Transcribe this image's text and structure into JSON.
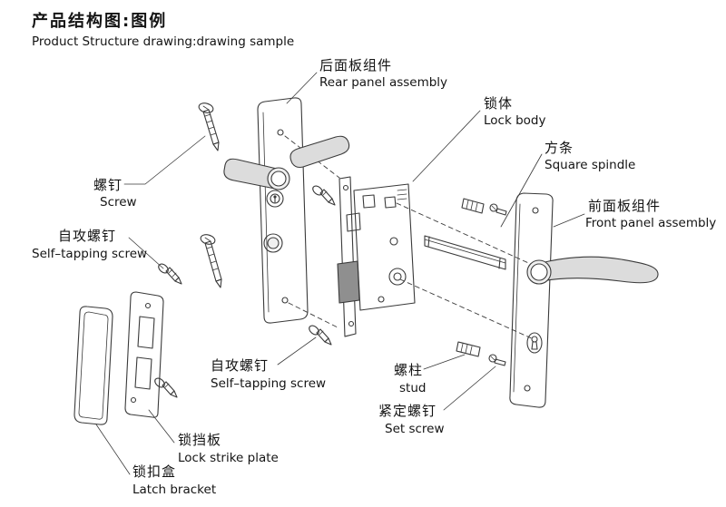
{
  "title": {
    "cn": "产品结构图:图例",
    "en": "Product Structure drawing:drawing sample"
  },
  "labels": {
    "rear_panel": {
      "cn": "后面板组件",
      "en": "Rear panel assembly"
    },
    "lock_body": {
      "cn": "锁体",
      "en": "Lock body"
    },
    "square_spindle": {
      "cn": "方条",
      "en": "Square spindle"
    },
    "front_panel": {
      "cn": "前面板组件",
      "en": "Front panel assembly"
    },
    "screw": {
      "cn": "螺钉",
      "en": "Screw"
    },
    "self_tapping_screw_left": {
      "cn": "自攻螺钉",
      "en": "Self–tapping screw"
    },
    "self_tapping_screw_bottom": {
      "cn": "自攻螺钉",
      "en": "Self–tapping screw"
    },
    "stud": {
      "cn": "螺柱",
      "en": "stud"
    },
    "set_screw": {
      "cn": "紧定螺钉",
      "en": "Set screw"
    },
    "lock_strike_plate": {
      "cn": "锁挡板",
      "en": "Lock strike plate"
    },
    "latch_bracket": {
      "cn": "锁扣盒",
      "en": "Latch bracket"
    }
  },
  "colors": {
    "line": "#3a3a3a",
    "text": "#141414",
    "background": "#ffffff"
  }
}
